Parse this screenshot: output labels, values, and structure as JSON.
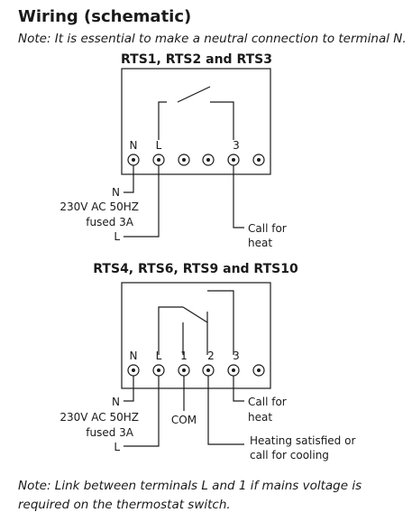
{
  "title": "Wiring (schematic)",
  "note_top": "Note: It is essential to make a neutral connection to terminal N.",
  "note_bottom_line1": "Note: Link between terminals L and 1 if mains voltage is",
  "note_bottom_line2": "required on the thermostat switch.",
  "diagram1": {
    "heading": "RTS1, RTS2 and RTS3",
    "terminal_labels": [
      "N",
      "L",
      "3"
    ],
    "supply": [
      "N",
      "230V AC 50HZ",
      "fused 3A",
      "L"
    ],
    "call_for_heat": [
      "Call for",
      "heat"
    ]
  },
  "diagram2": {
    "heading": "RTS4, RTS6, RTS9 and RTS10",
    "terminal_labels": [
      "N",
      "L",
      "1",
      "2",
      "3"
    ],
    "supply": [
      "N",
      "230V AC 50HZ",
      "fused 3A",
      "L"
    ],
    "com_label": "COM",
    "call_for_heat": [
      "Call for",
      "heat"
    ],
    "heating_satisfied": [
      "Heating satisfied or",
      "call for cooling"
    ]
  }
}
